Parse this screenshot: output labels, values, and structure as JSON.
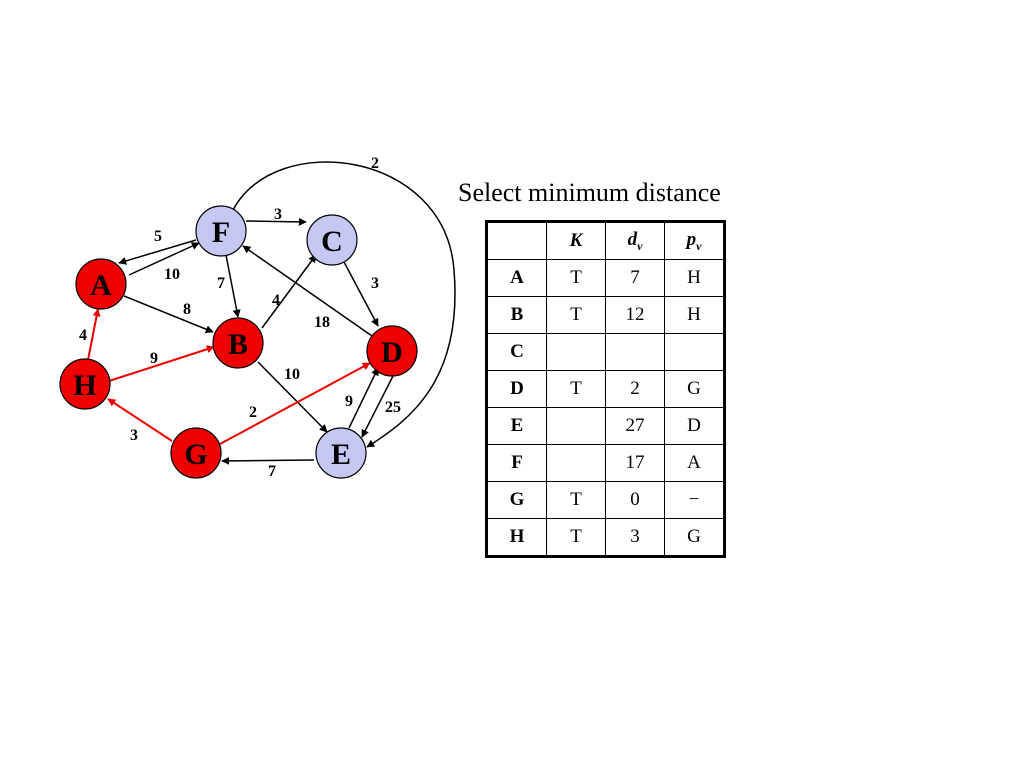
{
  "title": "Select minimum distance",
  "colors": {
    "visited": "#ee0000",
    "unvisited": "#c6c8f4",
    "edge_default": "#000000",
    "edge_tree": "#ee0000"
  },
  "graph": {
    "nodes": [
      {
        "id": "F",
        "state": "unvisited"
      },
      {
        "id": "C",
        "state": "unvisited"
      },
      {
        "id": "A",
        "state": "visited"
      },
      {
        "id": "B",
        "state": "visited"
      },
      {
        "id": "D",
        "state": "visited"
      },
      {
        "id": "H",
        "state": "visited"
      },
      {
        "id": "G",
        "state": "visited"
      },
      {
        "id": "E",
        "state": "unvisited"
      }
    ],
    "edges": [
      {
        "from": "F",
        "to": "A",
        "weight": "5",
        "tree": false
      },
      {
        "from": "A",
        "to": "F",
        "weight": "10",
        "tree": false
      },
      {
        "from": "F",
        "to": "C",
        "weight": "3",
        "tree": false
      },
      {
        "from": "F",
        "to": "B",
        "weight": "7",
        "tree": false
      },
      {
        "from": "A",
        "to": "B",
        "weight": "8",
        "tree": false
      },
      {
        "from": "B",
        "to": "C",
        "weight": "4",
        "tree": false
      },
      {
        "from": "C",
        "to": "D",
        "weight": "3",
        "tree": false
      },
      {
        "from": "D",
        "to": "F",
        "weight": "18",
        "tree": false
      },
      {
        "from": "F",
        "to": "E",
        "weight": "2",
        "tree": false
      },
      {
        "from": "H",
        "to": "A",
        "weight": "4",
        "tree": true
      },
      {
        "from": "H",
        "to": "B",
        "weight": "9",
        "tree": true
      },
      {
        "from": "B",
        "to": "E",
        "weight": "10",
        "tree": false
      },
      {
        "from": "G",
        "to": "H",
        "weight": "3",
        "tree": true
      },
      {
        "from": "G",
        "to": "D",
        "weight": "2",
        "tree": true
      },
      {
        "from": "E",
        "to": "D",
        "weight": "9",
        "tree": false
      },
      {
        "from": "D",
        "to": "E",
        "weight": "25",
        "tree": false
      },
      {
        "from": "E",
        "to": "G",
        "weight": "7",
        "tree": false
      }
    ]
  },
  "table": {
    "headers": {
      "K": "K",
      "d": "d",
      "d_sub": "v",
      "p": "p",
      "p_sub": "v"
    },
    "rows": [
      {
        "v": "A",
        "k": "T",
        "d": "7",
        "p": "H"
      },
      {
        "v": "B",
        "k": "T",
        "d": "12",
        "p": "H"
      },
      {
        "v": "C",
        "k": "",
        "d": "",
        "p": ""
      },
      {
        "v": "D",
        "k": "T",
        "d": "2",
        "p": "G"
      },
      {
        "v": "E",
        "k": "",
        "d": "27",
        "p": "D"
      },
      {
        "v": "F",
        "k": "",
        "d": "17",
        "p": "A"
      },
      {
        "v": "G",
        "k": "T",
        "d": "0",
        "p": "−"
      },
      {
        "v": "H",
        "k": "T",
        "d": "3",
        "p": "G"
      }
    ]
  }
}
